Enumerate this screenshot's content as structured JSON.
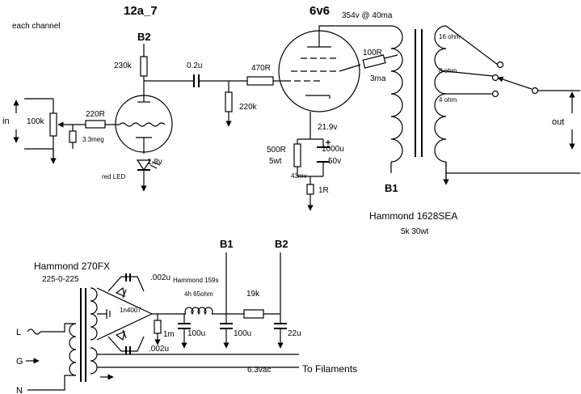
{
  "tubes": {
    "preamp": "12a_7",
    "power": "6v6"
  },
  "notes": {
    "each_channel": "each channel"
  },
  "rails": {
    "b1": "B1",
    "b2": "B2"
  },
  "input": {
    "label": "in",
    "pot": "100k",
    "grid_stopper": "220R",
    "grid_leak": "3.3meg"
  },
  "preamp_stage": {
    "plate_resistor": "230k",
    "cathode_voltage": "1.8v",
    "bias_led": "red LED"
  },
  "coupling": {
    "cap": "0.2u",
    "series_resistor": "470R",
    "grid_resistor": "220k"
  },
  "power_stage": {
    "plate_voltage": "354v @ 40ma",
    "screen_resistor": "100R",
    "screen_current": "3ma",
    "cathode_voltage": "21.9v",
    "cathode_resistor": "500R",
    "cathode_resistor_rating": "5wt",
    "bypass_cap": "1000u",
    "bypass_cap_rating": "50v",
    "sense_resistor": "1R",
    "sense_voltage": "43mv"
  },
  "output_transformer": {
    "model": "Hammond 1628SEA",
    "spec": "5k  30wt",
    "taps": [
      "16 ohm",
      "8 ohm",
      "4 ohm"
    ],
    "out_label": "out"
  },
  "power_supply": {
    "transformer": "Hammond 270FX",
    "secondary": "225-0-225",
    "cap_top": ".002u",
    "cap_bottom": ".002u",
    "diode": "1n4007",
    "choke": "Hammond 159s",
    "choke_spec": "4h  65ohm",
    "bleeder": "1m",
    "filter_cap_1": "100u",
    "filter_cap_2": "100u",
    "dropping_resistor": "19k",
    "filter_cap_3": "22u",
    "mains_l": "L",
    "mains_g": "G",
    "mains_n": "N",
    "heater_voltage": "6.3vac",
    "heater_label": "To Filaments"
  }
}
